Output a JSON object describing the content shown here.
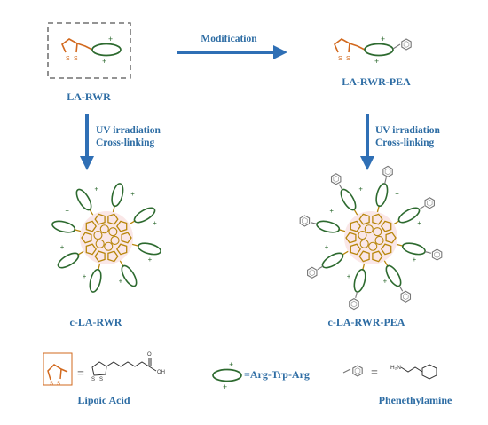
{
  "labels": {
    "la_rwr": "LA-RWR",
    "modification": "Modification",
    "la_rwr_pea": "LA-RWR-PEA",
    "uv_left_1": "UV irradiation",
    "uv_left_2": "Cross-linking",
    "uv_right_1": "UV irradiation",
    "uv_right_2": "Cross-linking",
    "c_la_rwr": "c-LA-RWR",
    "c_la_rwr_pea": "c-LA-RWR-PEA",
    "lipoic_acid": "Lipoic Acid",
    "arg_trp_arg": "=Arg-Trp-Arg",
    "phenethylamine": "Phenethylamine",
    "equals": "=",
    "oh": "OH",
    "o": "O",
    "h2n": "H₂N",
    "s": "S",
    "plus": "+"
  },
  "colors": {
    "label_blue": "#2e6da4",
    "arrow_blue": "#2f6fb5",
    "lipoic_orange": "#d2691e",
    "peptide_green": "#2d6a2f",
    "core_gold": "#b8860b",
    "core_pink": "#f4c7c7",
    "phenyl_gray": "#777777"
  }
}
